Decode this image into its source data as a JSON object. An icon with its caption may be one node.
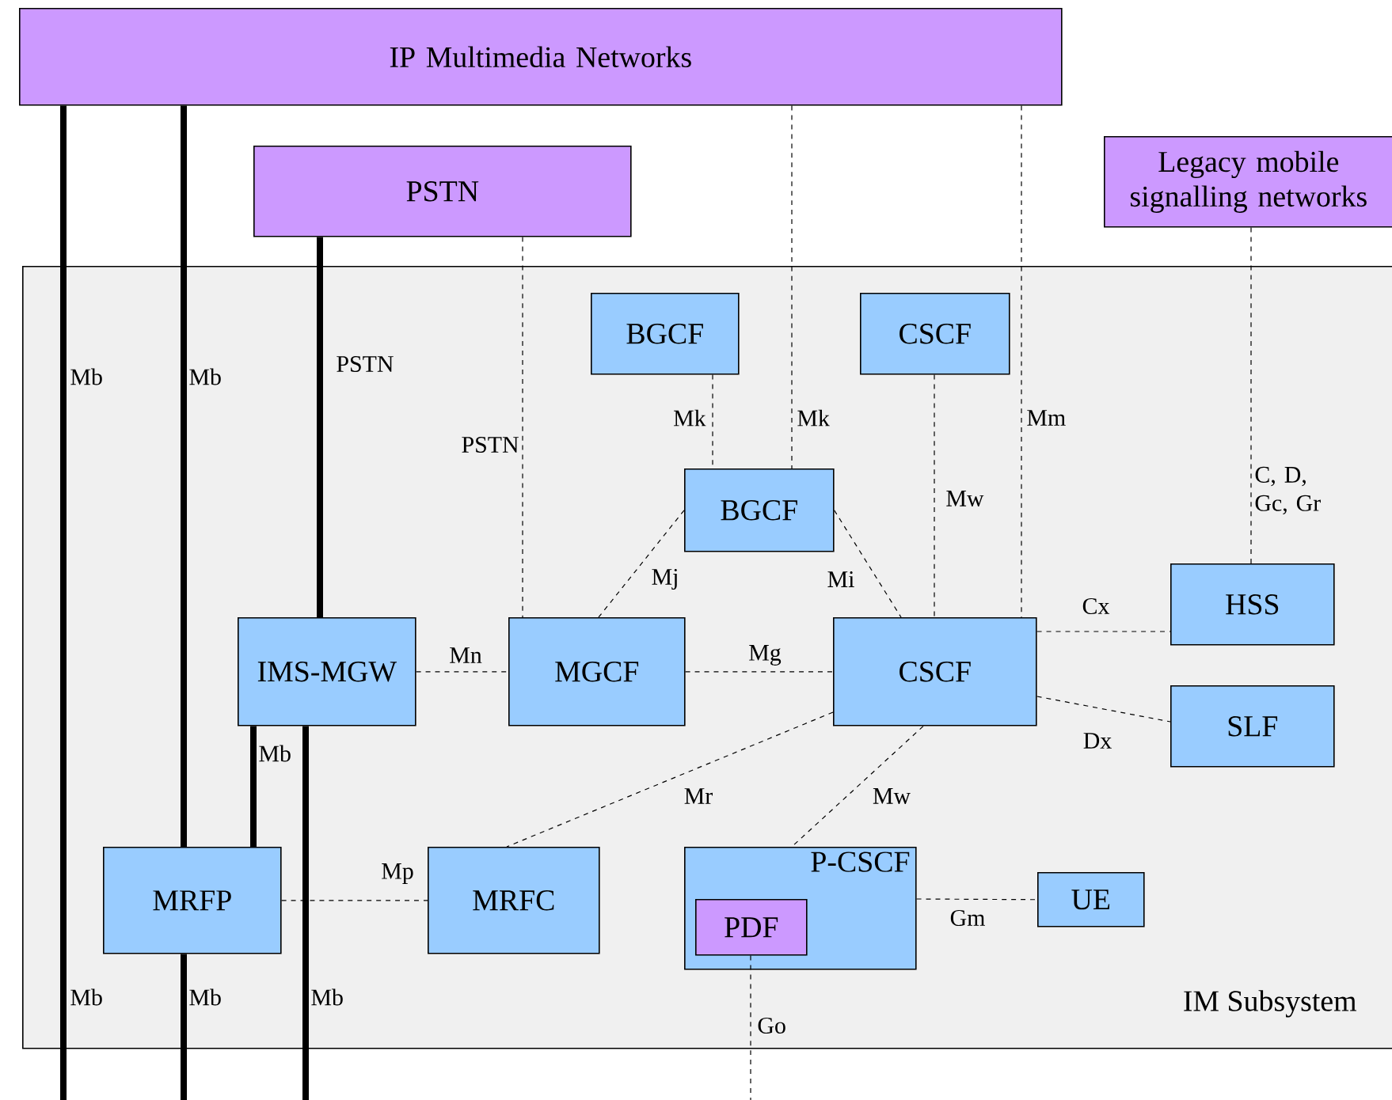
{
  "diagram": {
    "nodes": [
      {
        "text": [
          "IP Multimedia Networks"
        ]
      },
      {
        "text": [
          "PSTN"
        ]
      },
      {
        "text": [
          "Legacy mobile signalling networks"
        ]
      },
      {
        "text": [
          "IM Subsystem"
        ]
      },
      {
        "text": [
          "BGCF"
        ],
        "in": 3
      },
      {
        "text": [
          "CSCF"
        ],
        "in": 3
      },
      {
        "text": [
          "BGCF"
        ],
        "in": 3
      },
      {
        "text": [
          "IMS-MGW"
        ],
        "in": 3
      },
      {
        "text": [
          "MGCF"
        ],
        "in": 3
      },
      {
        "text": [
          "CSCF"
        ],
        "in": 3
      },
      {
        "text": [
          "HSS"
        ],
        "in": 3
      },
      {
        "text": [
          "SLF"
        ],
        "in": 3
      },
      {
        "text": [
          "MRFP"
        ],
        "in": 3
      },
      {
        "text": [
          "MRFC"
        ],
        "in": 3
      },
      {
        "text": [
          "P-CSCF"
        ],
        "in": 3
      },
      {
        "text": [
          "PDF"
        ],
        "in": 14
      },
      {
        "text": [
          "UE"
        ],
        "in": 3
      }
    ],
    "edges": [
      {
        "from": 0,
        "to": null,
        "arrow": "none",
        "label": "Mb",
        "style": "thick"
      },
      {
        "from": 0,
        "to": 12,
        "arrow": "none",
        "label": "Mb",
        "style": "thick"
      },
      {
        "from": 12,
        "to": null,
        "arrow": "none",
        "label": "Mb",
        "style": "thick"
      },
      {
        "from": 7,
        "to": 12,
        "arrow": "none",
        "label": "Mb",
        "style": "thick"
      },
      {
        "from": 1,
        "to": 7,
        "arrow": "none",
        "label": "PSTN",
        "style": "thick"
      },
      {
        "from": 7,
        "to": null,
        "arrow": "none",
        "label": "Mb",
        "style": "thick"
      },
      {
        "from": 1,
        "to": 8,
        "arrow": "none",
        "label": "PSTN",
        "style": "dashed"
      },
      {
        "from": 4,
        "to": 6,
        "arrow": "none",
        "label": "Mk",
        "style": "dashed"
      },
      {
        "from": 0,
        "to": 6,
        "arrow": "none",
        "label": "Mk",
        "style": "dashed"
      },
      {
        "from": 5,
        "to": 9,
        "arrow": "none",
        "label": "Mw",
        "style": "dashed"
      },
      {
        "from": 0,
        "to": 9,
        "arrow": "none",
        "label": "Mm",
        "style": "dashed"
      },
      {
        "from": 2,
        "to": 10,
        "arrow": "none",
        "label": "C, D, Gc, Gr",
        "style": "dashed"
      },
      {
        "from": 6,
        "to": 8,
        "arrow": "none",
        "label": "Mj",
        "style": "dashed"
      },
      {
        "from": 6,
        "to": 9,
        "arrow": "none",
        "label": "Mi",
        "style": "dashed"
      },
      {
        "from": 7,
        "to": 8,
        "arrow": "none",
        "label": "Mn",
        "style": "dashed"
      },
      {
        "from": 8,
        "to": 9,
        "arrow": "none",
        "label": "Mg",
        "style": "dashed"
      },
      {
        "from": 9,
        "to": 10,
        "arrow": "none",
        "label": "Cx",
        "style": "dashed"
      },
      {
        "from": 9,
        "to": 11,
        "arrow": "none",
        "label": "Dx",
        "style": "dashed"
      },
      {
        "from": 9,
        "to": 13,
        "arrow": "none",
        "label": "Mr",
        "style": "dashed"
      },
      {
        "from": 9,
        "to": 14,
        "arrow": "none",
        "label": "Mw",
        "style": "dashed"
      },
      {
        "from": 12,
        "to": 13,
        "arrow": "none",
        "label": "Mp",
        "style": "dashed"
      },
      {
        "from": 14,
        "to": 16,
        "arrow": "none",
        "label": "Gm",
        "style": "dashed"
      },
      {
        "from": 15,
        "to": null,
        "arrow": "none",
        "label": "Go",
        "style": "dashed"
      }
    ],
    "labels": [
      "Mb"
    ]
  }
}
